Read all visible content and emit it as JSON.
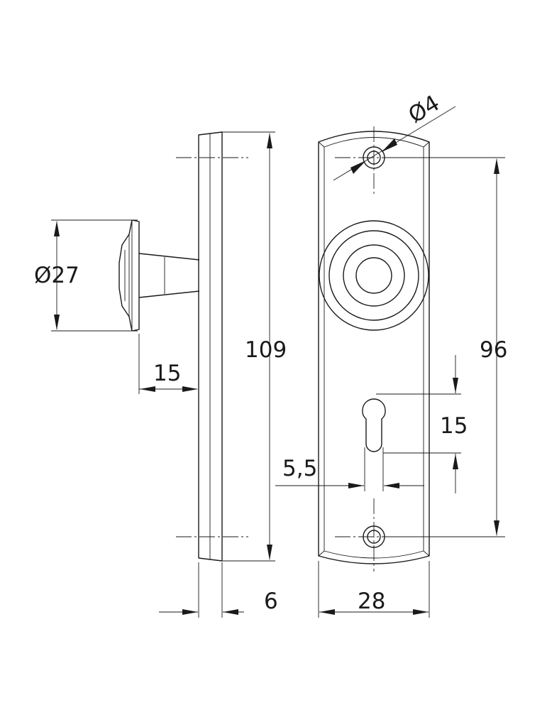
{
  "drawing": {
    "labels": {
      "hole_diameter": "Ø4",
      "rosette_diameter": "Ø27",
      "total_height": "109",
      "hole_spacing": "96",
      "projection": "15",
      "keyhole_height": "15",
      "keyhole_width": "5,5",
      "thickness": "6",
      "width": "28"
    }
  }
}
